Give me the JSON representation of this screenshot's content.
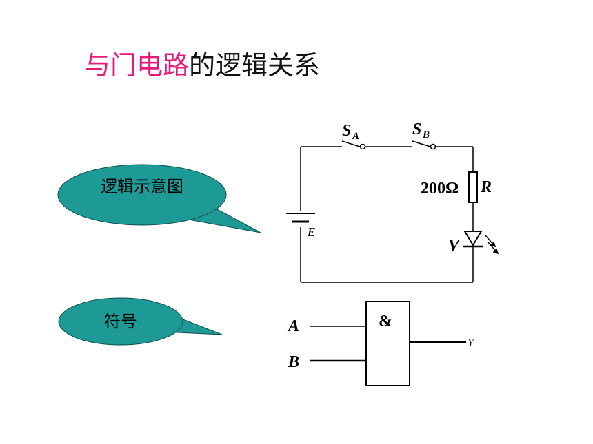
{
  "title": {
    "highlight": "与门电路",
    "rest": "的逻辑关系",
    "highlight_color": "#e8197b"
  },
  "callouts": {
    "schematic": "逻辑示意图",
    "symbol": "符号",
    "fill_color": "#1e9a96"
  },
  "circuit": {
    "switch_a": {
      "main": "S",
      "sub": "A"
    },
    "switch_b": {
      "main": "S",
      "sub": "B"
    },
    "resistor_value": "200Ω",
    "resistor_name": "R",
    "battery_label": "E",
    "led_label": "V"
  },
  "gate": {
    "input_a": "A",
    "input_b": "B",
    "symbol": "&",
    "output": "Y"
  }
}
